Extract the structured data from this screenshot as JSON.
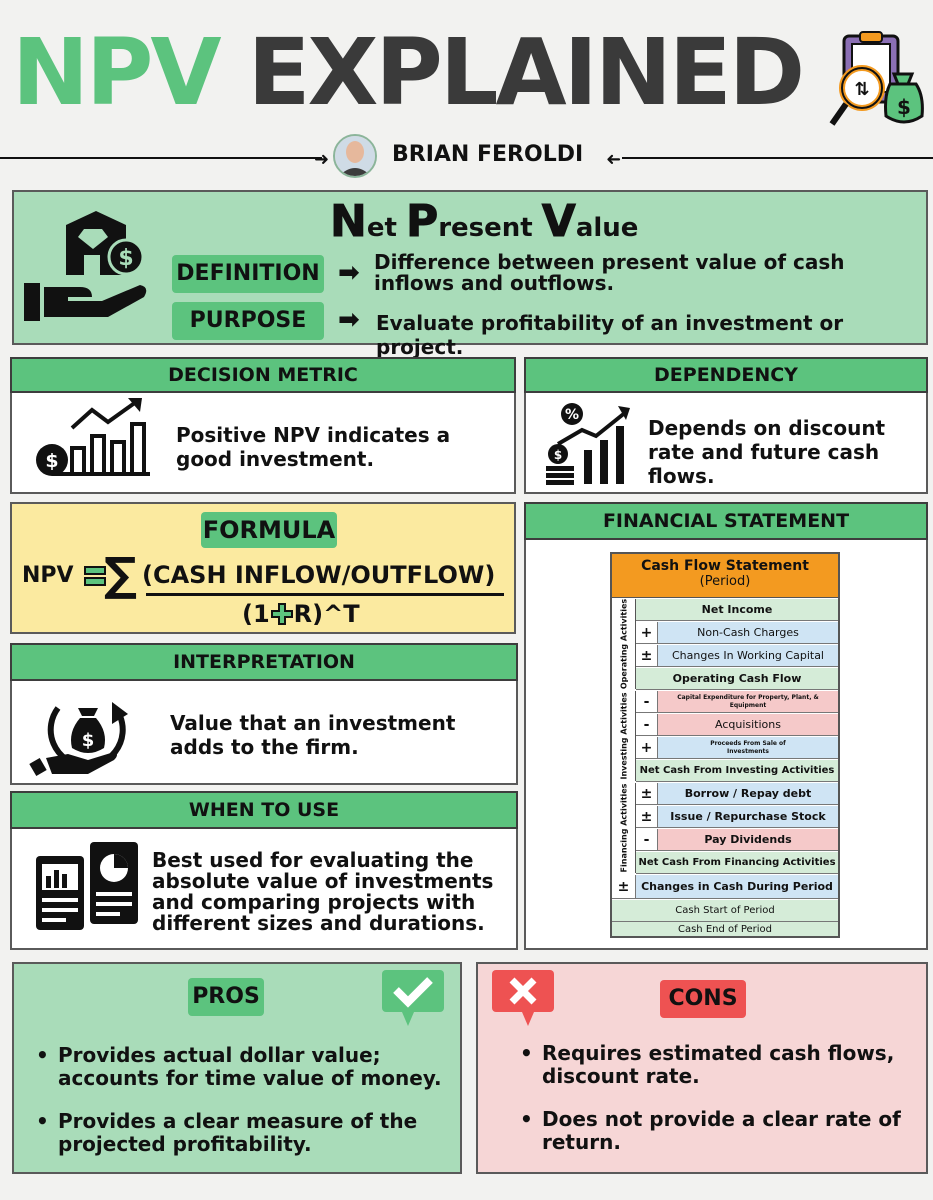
{
  "header": {
    "title_part1": "NPV",
    "title_part2": "EXPLAINED",
    "author": "BRIAN FEROLDI"
  },
  "npv": {
    "heading_n": "N",
    "heading_et": "et",
    "heading_p": "P",
    "heading_resent": "resent",
    "heading_v": "V",
    "heading_alue": "alue",
    "definition_label": "DEFINITION",
    "definition_text": "Difference between present value of cash inflows and outflows.",
    "purpose_label": "PURPOSE",
    "purpose_text": "Evaluate profitability of an investment or project."
  },
  "decision_metric": {
    "title": "DECISION METRIC",
    "text": "Positive NPV indicates a good investment."
  },
  "dependency": {
    "title": "DEPENDENCY",
    "text": "Depends on discount rate and future cash flows."
  },
  "formula": {
    "label": "FORMULA",
    "lhs": "NPV",
    "numerator": "(CASH INFLOW/OUTFLOW)",
    "denominator_a": "(1",
    "denominator_b": "R)^T"
  },
  "interpretation": {
    "title": "INTERPRETATION",
    "text": "Value that an investment adds to the firm."
  },
  "when_to_use": {
    "title": "WHEN TO USE",
    "text": "Best used for evaluating the absolute value of investments and comparing projects with different sizes and durations."
  },
  "financial_statement": {
    "title": "FINANCIAL STATEMENT",
    "table_title": "Cash Flow Statement",
    "table_period": "(Period)",
    "operating_label": "Operating Activities",
    "investing_label": "Investing Activities",
    "financing_label": "Financing Activities",
    "rows": {
      "net_income": "Net Income",
      "non_cash": "Non-Cash Charges",
      "wc": "Changes In Working Capital",
      "ocf": "Operating Cash Flow",
      "capex": "Capital Expenditure for Property, Plant, & Equipment",
      "acq": "Acquisitions",
      "proceeds": "Proceeds From Sale of Investments",
      "ncfi": "Net Cash From Investing Activities",
      "debt": "Borrow / Repay debt",
      "stock": "Issue / Repurchase Stock",
      "div": "Pay Dividends",
      "ncff": "Net Cash From Financing Activities",
      "change": "Changes in Cash During Period",
      "start": "Cash Start of Period",
      "end": "Cash End of Period"
    },
    "signs": {
      "plus": "+",
      "plusminus": "±",
      "minus": "-"
    }
  },
  "pros": {
    "title": "PROS",
    "items": [
      "Provides actual dollar value; accounts for time value of money.",
      "Provides a clear measure of the projected profitability."
    ]
  },
  "cons": {
    "title": "CONS",
    "items": [
      "Requires estimated cash flows, discount rate.",
      "Does not provide a clear rate of return."
    ]
  },
  "colors": {
    "accent_green": "#5cc37e",
    "light_green": "#a9dcb9",
    "formula_yellow": "#fbeaa0",
    "cons_pink": "#f6d6d6",
    "cons_red": "#ee5252",
    "table_orange": "#f39a20"
  }
}
